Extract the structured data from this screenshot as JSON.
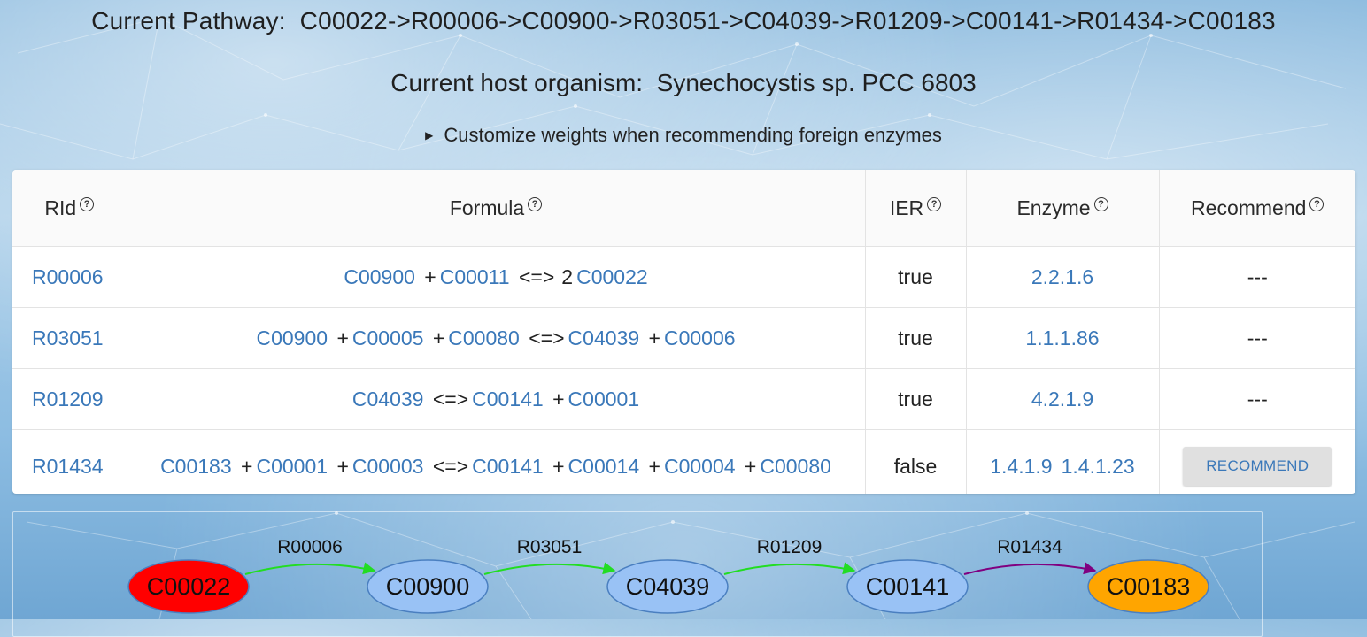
{
  "header": {
    "pathway_label": "Current Pathway:",
    "pathway_value": "C00022->R00006->C00900->R03051->C04039->R01209->C00141->R01434->C00183",
    "host_label": "Current host organism:",
    "host_value": "Synechocystis sp. PCC 6803",
    "customize_label": "Customize weights when recommending foreign enzymes"
  },
  "table": {
    "columns": [
      "RId",
      "Formula",
      "IER",
      "Enzyme",
      "Recommend"
    ],
    "help_icon": "question-circle-icon",
    "rows": [
      {
        "rid": "R00006",
        "formula": [
          {
            "t": "C00900",
            "link": true
          },
          {
            "t": "+",
            "link": false
          },
          {
            "t": "C00011",
            "link": true
          },
          {
            "t": "<=>",
            "link": false
          },
          {
            "t": "2",
            "link": false
          },
          {
            "t": "C00022",
            "link": true
          }
        ],
        "ier": "true",
        "enzymes": [
          "2.2.1.6"
        ],
        "recommend": "---"
      },
      {
        "rid": "R03051",
        "formula": [
          {
            "t": "C00900",
            "link": true
          },
          {
            "t": "+",
            "link": false
          },
          {
            "t": "C00005",
            "link": true
          },
          {
            "t": "+",
            "link": false
          },
          {
            "t": "C00080",
            "link": true
          },
          {
            "t": "<=>",
            "link": false
          },
          {
            "t": "C04039",
            "link": true
          },
          {
            "t": "+",
            "link": false
          },
          {
            "t": "C00006",
            "link": true
          }
        ],
        "ier": "true",
        "enzymes": [
          "1.1.1.86"
        ],
        "recommend": "---"
      },
      {
        "rid": "R01209",
        "formula": [
          {
            "t": "C04039",
            "link": true
          },
          {
            "t": "<=>",
            "link": false
          },
          {
            "t": "C00141",
            "link": true
          },
          {
            "t": "+",
            "link": false
          },
          {
            "t": "C00001",
            "link": true
          }
        ],
        "ier": "true",
        "enzymes": [
          "4.2.1.9"
        ],
        "recommend": "---"
      },
      {
        "rid": "R01434",
        "formula": [
          {
            "t": "C00183",
            "link": true
          },
          {
            "t": "+",
            "link": false
          },
          {
            "t": "C00001",
            "link": true
          },
          {
            "t": "+",
            "link": false
          },
          {
            "t": "C00003",
            "link": true
          },
          {
            "t": "<=>",
            "link": false
          },
          {
            "t": "C00141",
            "link": true
          },
          {
            "t": "+",
            "link": false
          },
          {
            "t": "C00014",
            "link": true
          },
          {
            "t": "+",
            "link": false
          },
          {
            "t": "C00004",
            "link": true
          },
          {
            "t": "+",
            "link": false
          },
          {
            "t": "C00080",
            "link": true
          }
        ],
        "ier": "false",
        "enzymes": [
          "1.4.1.9",
          "1.4.1.23"
        ],
        "recommend_button": "RECOMMEND"
      }
    ]
  },
  "graph": {
    "nodes": [
      {
        "id": "C00022",
        "color": "#ff0000"
      },
      {
        "id": "C00900",
        "color": "#99c2f5"
      },
      {
        "id": "C04039",
        "color": "#99c2f5"
      },
      {
        "id": "C00141",
        "color": "#99c2f5"
      },
      {
        "id": "C00183",
        "color": "#ffa500"
      }
    ],
    "edges": [
      {
        "label": "R00006",
        "color": "#22dd22"
      },
      {
        "label": "R03051",
        "color": "#22dd22"
      },
      {
        "label": "R01209",
        "color": "#22dd22"
      },
      {
        "label": "R01434",
        "color": "#800080"
      }
    ]
  }
}
